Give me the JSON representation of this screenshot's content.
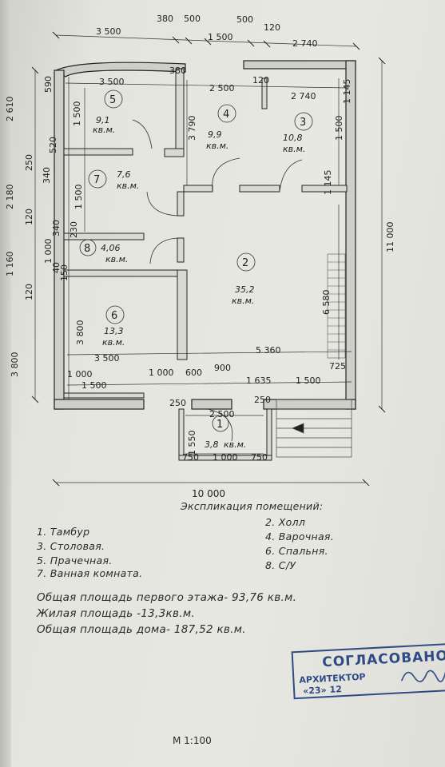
{
  "plan": {
    "dims_top_outer": [
      "3 500",
      "380",
      "500",
      "1 500",
      "500",
      "120",
      "2 740"
    ],
    "dims_top_inner": [
      "3 500",
      "380",
      "2 500",
      "120",
      "2 740"
    ],
    "dims_left_outer": [
      "2 610",
      "2 180",
      "1 160",
      "3 800"
    ],
    "dims_left_small": [
      "590",
      "1 500",
      "520",
      "250",
      "340",
      "120",
      "340",
      "1 000",
      "40",
      "230",
      "150",
      "120"
    ],
    "dims_inner_vertical": [
      "1 500",
      "1 500",
      "3 800",
      "3 790",
      "1 500",
      "1 145",
      "1 145",
      "6 580"
    ],
    "dims_right": "11 000",
    "dims_bottom": [
      "3 500",
      "5 360",
      "1 000",
      "1 000",
      "600",
      "900",
      "1 635",
      "1 500",
      "725",
      "1 500",
      "250",
      "250",
      "2 500",
      "1 550",
      "750",
      "1 000",
      "750"
    ],
    "dims_total_width": "10 000",
    "unit_label": "кв.м.",
    "rooms": [
      {
        "num": "1",
        "area": "3,8"
      },
      {
        "num": "2",
        "area": "35,2"
      },
      {
        "num": "3",
        "area": "10,8"
      },
      {
        "num": "4",
        "area": "9,9"
      },
      {
        "num": "5",
        "area": "9,1"
      },
      {
        "num": "6",
        "area": "13,3"
      },
      {
        "num": "7",
        "area": "7,6"
      },
      {
        "num": "8",
        "area": "4,06"
      }
    ]
  },
  "legend": {
    "title": "Экспликация помещений:",
    "items": [
      "1. Тамбур",
      "2. Холл",
      "3. Столовая.",
      "4. Варочная.",
      "5. Прачечная.",
      "6. Спальня.",
      "7. Ванная комната.",
      "8. С/У"
    ],
    "totals": [
      "Общая площадь первого этажа- 93,76 кв.м.",
      "Жилая площадь -13,3кв.м.",
      "Общая площадь дома- 187,52 кв.м."
    ]
  },
  "stamp": {
    "title": "СОГЛАСОВАНО",
    "role": "АРХИТЕКТОР",
    "date_day": "23",
    "date_month": "12"
  },
  "scale": "М 1:100",
  "colors": {
    "ink": "#222222",
    "stamp": "#2f4a86",
    "paper": "#e6e6e0"
  }
}
